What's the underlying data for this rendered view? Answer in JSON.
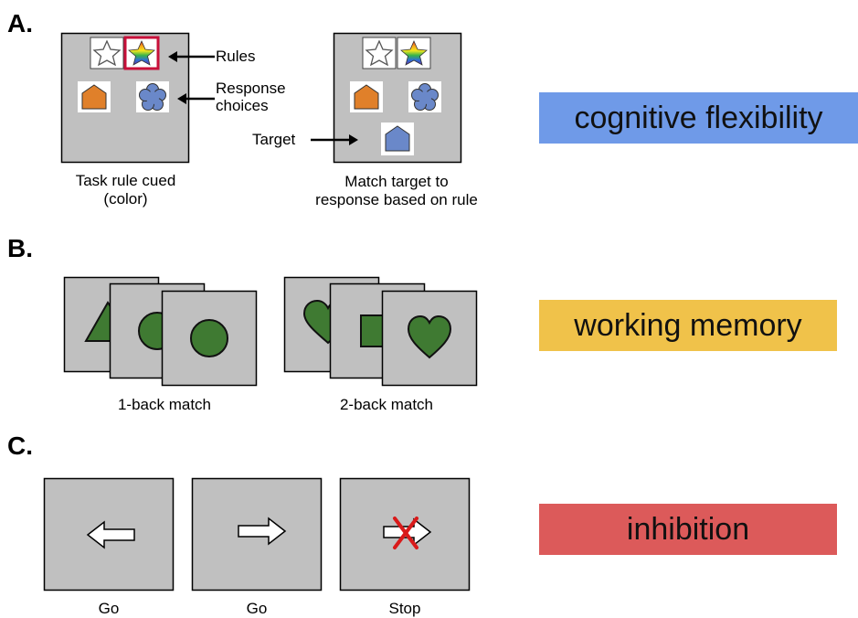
{
  "sections": [
    {
      "letter": "A.",
      "captions": [
        "Task rule cued\n(color)",
        "Match target to\nresponse based on rule"
      ],
      "callouts": {
        "rules": "Rules",
        "response": "Response\nchoices",
        "target": "Target"
      },
      "banner": {
        "label": "cognitive flexibility",
        "color": "#6f9ae8"
      }
    },
    {
      "letter": "B.",
      "captions": [
        "1-back match",
        "2-back match"
      ],
      "banner": {
        "label": "working memory",
        "color": "#f0c24a"
      }
    },
    {
      "letter": "C.",
      "captions": [
        "Go",
        "Go",
        "Stop"
      ],
      "banner": {
        "label": "inhibition",
        "color": "#dc5a5a"
      }
    }
  ],
  "colors": {
    "panel_gray": "#c0c0c0",
    "shape_green": "#3f7a32",
    "shape_orange": "#e0802a",
    "shape_blue": "#6a88c9",
    "rule_highlight": "#c8103a",
    "stop_cross": "#d91a1a"
  }
}
